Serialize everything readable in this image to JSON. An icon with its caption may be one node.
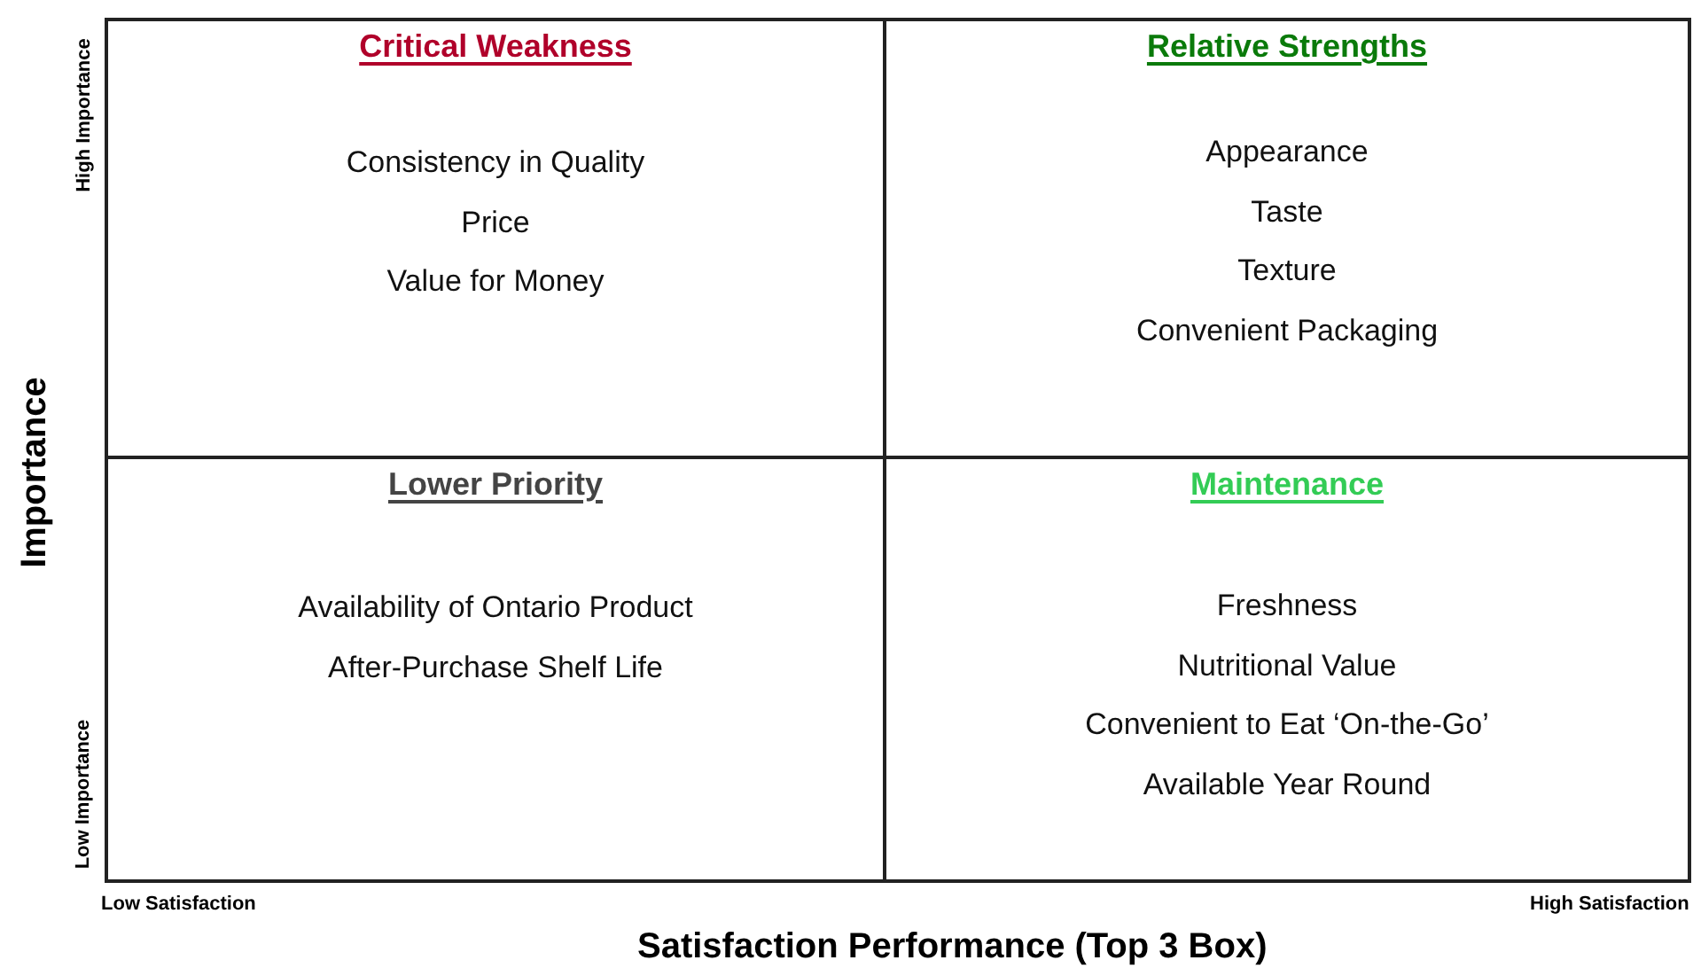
{
  "diagram": {
    "nodes": [
      {
        "text": [
          "Critical Weakness",
          "Consistency in Quality",
          "Price",
          "Value for Money"
        ]
      },
      {
        "text": [
          "Relative Strengths",
          "Appearance",
          "Taste",
          "Texture",
          "Convenient Packaging"
        ]
      },
      {
        "text": [
          "Lower Priority",
          "Availability of Ontario Product",
          "After-Purchase Shelf Life"
        ]
      },
      {
        "text": [
          "Maintenance",
          "Freshness",
          "Nutritional Value",
          "Convenient to Eat ‘On-the-Go’",
          "Available Year Round"
        ]
      }
    ],
    "edges": [],
    "labels": [
      "High Importance",
      "Importance",
      "Low Importance",
      "Low Satisfaction",
      "High Satisfaction",
      "Satisfaction Performance (Top 3 Box)"
    ]
  }
}
